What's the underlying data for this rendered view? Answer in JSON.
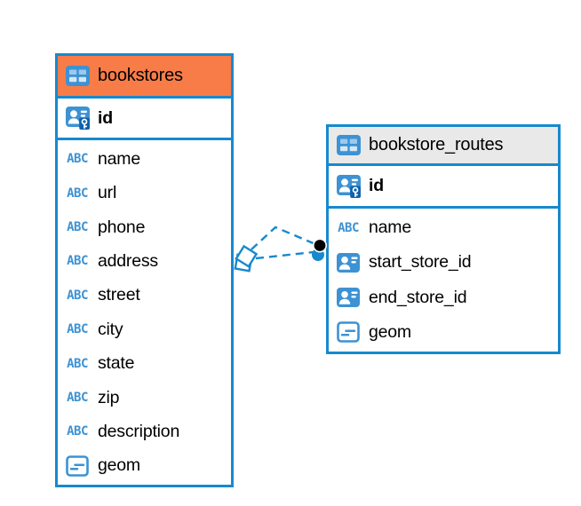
{
  "colors": {
    "blue": "#1789CE",
    "orange": "#F87C48",
    "grayHeader": "#E9E9E9",
    "iconBlue": "#3D92D4",
    "iconBlueDark": "#0D63AC",
    "cellTop": "#9CC9EC",
    "text": "#000000"
  },
  "icons": {
    "abc": "ABC"
  },
  "tables": [
    {
      "name": "bookstores",
      "header_style": "orange",
      "fields": [
        {
          "name": "id",
          "type": "primary-key"
        },
        {
          "name": "name",
          "type": "text"
        },
        {
          "name": "url",
          "type": "text"
        },
        {
          "name": "phone",
          "type": "text"
        },
        {
          "name": "address",
          "type": "text"
        },
        {
          "name": "street",
          "type": "text"
        },
        {
          "name": "city",
          "type": "text"
        },
        {
          "name": "state",
          "type": "text"
        },
        {
          "name": "zip",
          "type": "text"
        },
        {
          "name": "description",
          "type": "text"
        },
        {
          "name": "geom",
          "type": "geometry"
        }
      ]
    },
    {
      "name": "bookstore_routes",
      "header_style": "gray",
      "fields": [
        {
          "name": "id",
          "type": "primary-key"
        },
        {
          "name": "name",
          "type": "text"
        },
        {
          "name": "start_store_id",
          "type": "reference"
        },
        {
          "name": "end_store_id",
          "type": "reference"
        },
        {
          "name": "geom",
          "type": "geometry"
        }
      ]
    }
  ],
  "relationships": {
    "from": "bookstore_routes",
    "to": "bookstores",
    "count": 2,
    "line_style": "dashed"
  }
}
